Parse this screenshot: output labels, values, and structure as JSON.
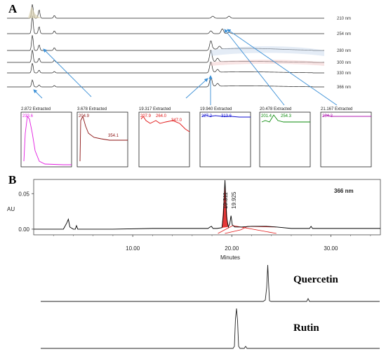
{
  "panel_a": {
    "label": "A",
    "wavelengths": [
      "210 nm",
      "254 nm",
      "280 nm",
      "300 nm",
      "330 nm",
      "366 nm"
    ],
    "spectra": [
      {
        "time_label": "2.872 Extracted",
        "max_labels": [
          "233.6"
        ],
        "color": "#e21de0"
      },
      {
        "time_label": "3.678 Extracted",
        "max_labels": [
          "204.9",
          "354.1"
        ],
        "color": "#8b1212"
      },
      {
        "time_label": "19.317 Extracted",
        "max_labels": [
          "207.9",
          "264.0",
          "347.0"
        ],
        "color": "#e01010"
      },
      {
        "time_label": "19.940 Extracted",
        "max_labels": [
          "227.2",
          "313.6"
        ],
        "color": "#1010d0"
      },
      {
        "time_label": "20.478 Extracted",
        "max_labels": [
          "201.4",
          "254.3"
        ],
        "color": "#0a8a0a"
      },
      {
        "time_label": "21.167 Extracted",
        "max_labels": [
          "234.3"
        ],
        "color": "#b01ab0"
      }
    ],
    "arrow_color": "#3a8fd6"
  },
  "panel_b": {
    "label": "B",
    "wavelength": "366 nm",
    "peak_labels": [
      "19.311",
      "19.925"
    ],
    "standards": [
      "Quercetin",
      "Rutin"
    ]
  },
  "chart_data": {
    "type": "line",
    "title": "",
    "xlabel": "Minutes",
    "ylabel": "AU",
    "xlim": [
      0,
      35
    ],
    "ylim": [
      -0.008,
      0.07
    ],
    "xticks": [
      10.0,
      20.0,
      30.0
    ],
    "xtick_labels": [
      "10.00",
      "20.00",
      "30.00"
    ],
    "yticks": [
      0.0,
      0.05
    ],
    "ytick_labels": [
      "0.00",
      "0.05"
    ],
    "series": [
      {
        "x": [
          0,
          3.0,
          3.35,
          3.5,
          3.65,
          4.0,
          4.2,
          4.32,
          4.45,
          5,
          8,
          12,
          16,
          17.6,
          17.8,
          17.95,
          18.1,
          18.5,
          19.0,
          19.15,
          19.31,
          19.47,
          19.65,
          19.8,
          19.92,
          20.05,
          20.3,
          21,
          22,
          23.5,
          24.5,
          26,
          27.85,
          28.0,
          28.15,
          30,
          33,
          35
        ],
        "y": [
          0.0,
          0.0,
          0.009,
          0.014,
          0.003,
          0.0,
          0.0,
          0.005,
          0.0,
          0.0,
          0.0,
          0.001,
          0.001,
          0.001,
          0.003,
          0.004,
          0.001,
          0.001,
          0.002,
          0.02,
          0.069,
          0.018,
          0.003,
          0.008,
          0.019,
          0.006,
          0.003,
          0.003,
          0.004,
          0.004,
          0.003,
          0.001,
          0.001,
          0.004,
          0.001,
          0.001,
          0.001,
          0.001
        ]
      }
    ]
  }
}
